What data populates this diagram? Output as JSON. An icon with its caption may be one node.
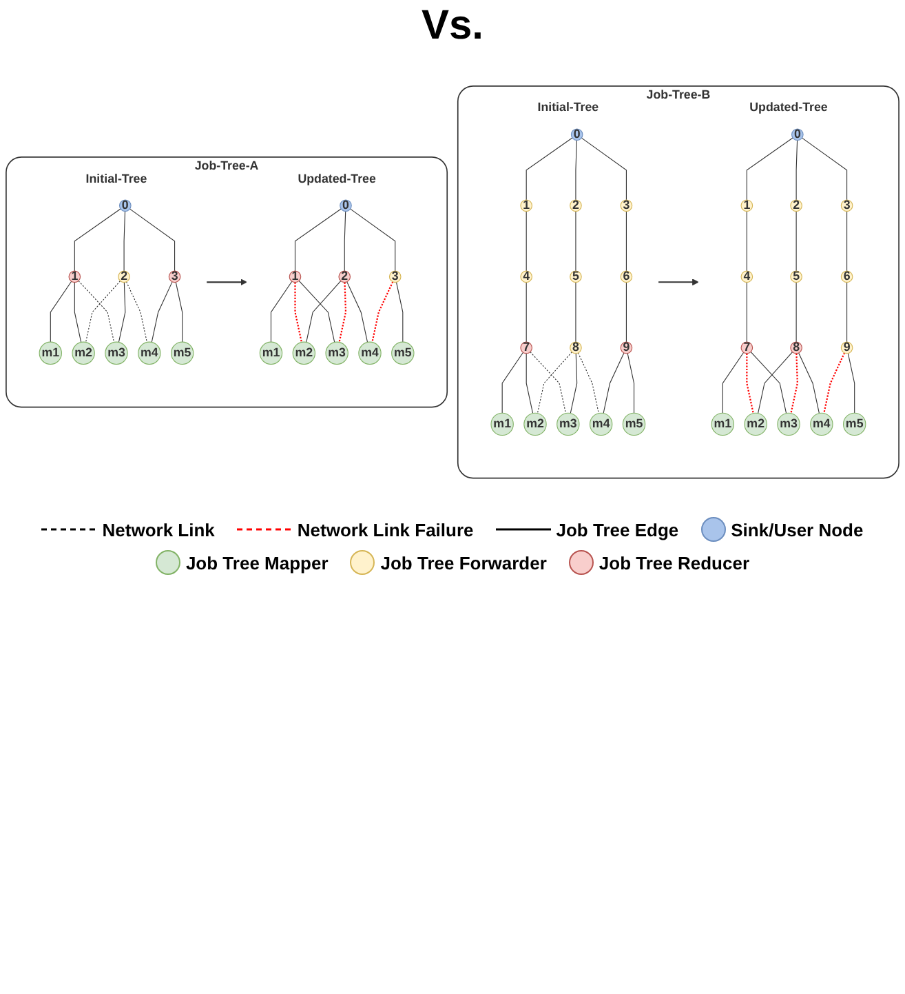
{
  "diagram": {
    "nodes": [
      {
        "text": [
          "Job-Tree-A"
        ]
      },
      {
        "text": [
          "Initial-Tree"
        ],
        "in": 0
      },
      {
        "text": [
          "0"
        ],
        "in": 1
      },
      {
        "text": [
          "1"
        ],
        "in": 1
      },
      {
        "text": [
          "2"
        ],
        "in": 1
      },
      {
        "text": [
          "3"
        ],
        "in": 1
      },
      {
        "text": [
          "m1"
        ],
        "in": 1
      },
      {
        "text": [
          "m2"
        ],
        "in": 1
      },
      {
        "text": [
          "m3"
        ],
        "in": 1
      },
      {
        "text": [
          "m4"
        ],
        "in": 1
      },
      {
        "text": [
          "m5"
        ],
        "in": 1
      },
      {
        "text": [
          "Updated-Tree"
        ],
        "in": 0
      },
      {
        "text": [
          "0"
        ],
        "in": 11
      },
      {
        "text": [
          "1"
        ],
        "in": 11
      },
      {
        "text": [
          "2"
        ],
        "in": 11
      },
      {
        "text": [
          "3"
        ],
        "in": 11
      },
      {
        "text": [
          "m1"
        ],
        "in": 11
      },
      {
        "text": [
          "m2"
        ],
        "in": 11
      },
      {
        "text": [
          "m3"
        ],
        "in": 11
      },
      {
        "text": [
          "m4"
        ],
        "in": 11
      },
      {
        "text": [
          "m5"
        ],
        "in": 11
      },
      {
        "text": [
          "Job-Tree-B"
        ]
      },
      {
        "text": [
          "Initial-Tree"
        ],
        "in": 21
      },
      {
        "text": [
          "0"
        ],
        "in": 22
      },
      {
        "text": [
          "1"
        ],
        "in": 22
      },
      {
        "text": [
          "2"
        ],
        "in": 22
      },
      {
        "text": [
          "3"
        ],
        "in": 22
      },
      {
        "text": [
          "4"
        ],
        "in": 22
      },
      {
        "text": [
          "5"
        ],
        "in": 22
      },
      {
        "text": [
          "6"
        ],
        "in": 22
      },
      {
        "text": [
          "7"
        ],
        "in": 22
      },
      {
        "text": [
          "8"
        ],
        "in": 22
      },
      {
        "text": [
          "9"
        ],
        "in": 22
      },
      {
        "text": [
          "m1"
        ],
        "in": 22
      },
      {
        "text": [
          "m2"
        ],
        "in": 22
      },
      {
        "text": [
          "m3"
        ],
        "in": 22
      },
      {
        "text": [
          "m4"
        ],
        "in": 22
      },
      {
        "text": [
          "m5"
        ],
        "in": 22
      },
      {
        "text": [
          "Updated-Tree"
        ],
        "in": 21
      },
      {
        "text": [
          "0"
        ],
        "in": 38
      },
      {
        "text": [
          "1"
        ],
        "in": 38
      },
      {
        "text": [
          "2"
        ],
        "in": 38
      },
      {
        "text": [
          "3"
        ],
        "in": 38
      },
      {
        "text": [
          "4"
        ],
        "in": 38
      },
      {
        "text": [
          "5"
        ],
        "in": 38
      },
      {
        "text": [
          "6"
        ],
        "in": 38
      },
      {
        "text": [
          "7"
        ],
        "in": 38
      },
      {
        "text": [
          "8"
        ],
        "in": 38
      },
      {
        "text": [
          "9"
        ],
        "in": 38
      },
      {
        "text": [
          "m1"
        ],
        "in": 38
      },
      {
        "text": [
          "m2"
        ],
        "in": 38
      },
      {
        "text": [
          "m3"
        ],
        "in": 38
      },
      {
        "text": [
          "m4"
        ],
        "in": 38
      },
      {
        "text": [
          "m5"
        ],
        "in": 38
      }
    ],
    "edges": [
      {
        "from": 2,
        "to": 3,
        "arrow": "none"
      },
      {
        "from": 2,
        "to": 4,
        "arrow": "none"
      },
      {
        "from": 2,
        "to": 5,
        "arrow": "none"
      },
      {
        "from": 3,
        "to": 6,
        "arrow": "none"
      },
      {
        "from": 3,
        "to": 7,
        "arrow": "none"
      },
      {
        "from": 3,
        "to": 8,
        "arrow": "none",
        "style": "dashed"
      },
      {
        "from": 4,
        "to": 7,
        "arrow": "none",
        "style": "dashed"
      },
      {
        "from": 4,
        "to": 8,
        "arrow": "none"
      },
      {
        "from": 4,
        "to": 9,
        "arrow": "none",
        "style": "dashed"
      },
      {
        "from": 5,
        "to": 9,
        "arrow": "none"
      },
      {
        "from": 5,
        "to": 10,
        "arrow": "none"
      },
      {
        "from": 1,
        "to": 11,
        "arrow": "to"
      },
      {
        "from": 12,
        "to": 13,
        "arrow": "none"
      },
      {
        "from": 12,
        "to": 14,
        "arrow": "none"
      },
      {
        "from": 12,
        "to": 15,
        "arrow": "none"
      },
      {
        "from": 13,
        "to": 16,
        "arrow": "none"
      },
      {
        "from": 13,
        "to": 17,
        "arrow": "none",
        "style": "dashed",
        "color": "#ff0000"
      },
      {
        "from": 13,
        "to": 18,
        "arrow": "none"
      },
      {
        "from": 14,
        "to": 17,
        "arrow": "none"
      },
      {
        "from": 14,
        "to": 18,
        "arrow": "none",
        "style": "dashed",
        "color": "#ff0000"
      },
      {
        "from": 14,
        "to": 19,
        "arrow": "none"
      },
      {
        "from": 15,
        "to": 19,
        "arrow": "none",
        "style": "dashed",
        "color": "#ff0000"
      },
      {
        "from": 15,
        "to": 20,
        "arrow": "none"
      },
      {
        "from": 23,
        "to": 24,
        "arrow": "none"
      },
      {
        "from": 23,
        "to": 25,
        "arrow": "none"
      },
      {
        "from": 23,
        "to": 26,
        "arrow": "none"
      },
      {
        "from": 24,
        "to": 27,
        "arrow": "none"
      },
      {
        "from": 25,
        "to": 28,
        "arrow": "none"
      },
      {
        "from": 26,
        "to": 29,
        "arrow": "none"
      },
      {
        "from": 27,
        "to": 30,
        "arrow": "none"
      },
      {
        "from": 28,
        "to": 31,
        "arrow": "none"
      },
      {
        "from": 29,
        "to": 32,
        "arrow": "none"
      },
      {
        "from": 30,
        "to": 33,
        "arrow": "none"
      },
      {
        "from": 30,
        "to": 34,
        "arrow": "none"
      },
      {
        "from": 30,
        "to": 35,
        "arrow": "none",
        "style": "dashed"
      },
      {
        "from": 31,
        "to": 34,
        "arrow": "none",
        "style": "dashed"
      },
      {
        "from": 31,
        "to": 35,
        "arrow": "none"
      },
      {
        "from": 31,
        "to": 36,
        "arrow": "none",
        "style": "dashed"
      },
      {
        "from": 32,
        "to": 36,
        "arrow": "none"
      },
      {
        "from": 32,
        "to": 37,
        "arrow": "none"
      },
      {
        "from": 22,
        "to": 38,
        "arrow": "to"
      },
      {
        "from": 39,
        "to": 40,
        "arrow": "none"
      },
      {
        "from": 39,
        "to": 41,
        "arrow": "none"
      },
      {
        "from": 39,
        "to": 42,
        "arrow": "none"
      },
      {
        "from": 40,
        "to": 43,
        "arrow": "none"
      },
      {
        "from": 41,
        "to": 44,
        "arrow": "none"
      },
      {
        "from": 42,
        "to": 45,
        "arrow": "none"
      },
      {
        "from": 43,
        "to": 46,
        "arrow": "none"
      },
      {
        "from": 44,
        "to": 47,
        "arrow": "none"
      },
      {
        "from": 45,
        "to": 48,
        "arrow": "none"
      },
      {
        "from": 46,
        "to": 49,
        "arrow": "none"
      },
      {
        "from": 46,
        "to": 50,
        "arrow": "none",
        "style": "dashed",
        "color": "#ff0000"
      },
      {
        "from": 46,
        "to": 51,
        "arrow": "none"
      },
      {
        "from": 47,
        "to": 50,
        "arrow": "none"
      },
      {
        "from": 47,
        "to": 51,
        "arrow": "none",
        "style": "dashed",
        "color": "#ff0000"
      },
      {
        "from": 47,
        "to": 52,
        "arrow": "none"
      },
      {
        "from": 48,
        "to": 52,
        "arrow": "none",
        "style": "dashed",
        "color": "#ff0000"
      },
      {
        "from": 48,
        "to": 53,
        "arrow": "none"
      }
    ],
    "labels": [
      "Vs."
    ],
    "legend": [
      {
        "text": "Network Link"
      },
      {
        "text": "Network Link Failure"
      },
      {
        "text": "Job Tree Edge"
      },
      {
        "text": "Sink/User Node",
        "color": "#a9c4eb"
      },
      {
        "text": "Job Tree Mapper",
        "color": "#d5e8d4"
      },
      {
        "text": "Job Tree Forwarder",
        "color": "#fff2cc"
      },
      {
        "text": "Job Tree Reducer",
        "color": "#f8cecc"
      }
    ]
  }
}
